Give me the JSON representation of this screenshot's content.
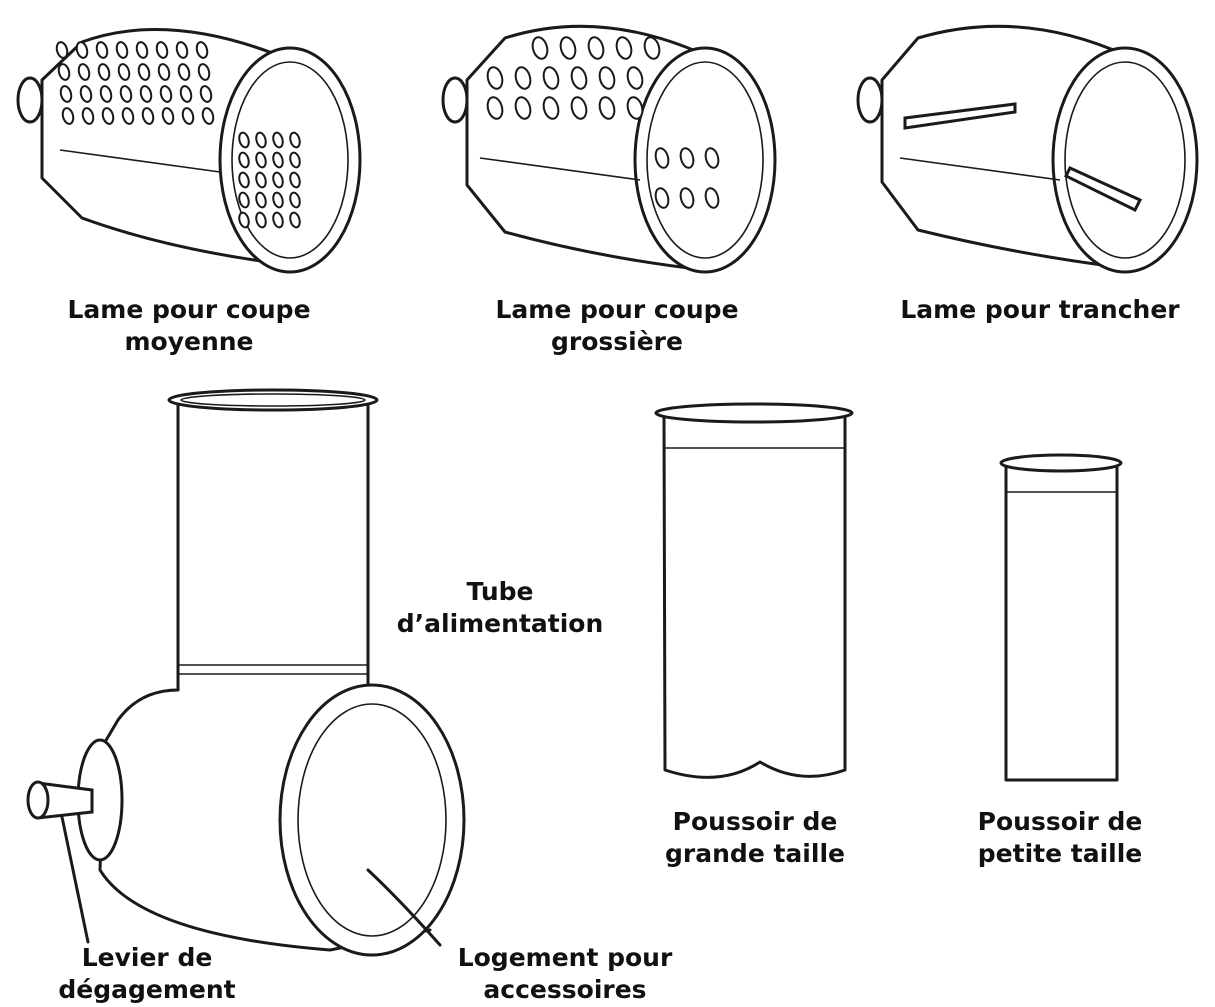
{
  "labels": {
    "medium_blade": [
      "Lame pour coupe",
      "moyenne"
    ],
    "coarse_blade": [
      "Lame pour coupe",
      "grossière"
    ],
    "slicing_blade": [
      "Lame pour trancher"
    ],
    "feed_tube": [
      "Tube",
      "d’alimentation"
    ],
    "large_pusher": [
      "Poussoir de",
      "grande taille"
    ],
    "small_pusher": [
      "Poussoir de",
      "petite taille"
    ],
    "release_lever": [
      "Levier de",
      "dégagement"
    ],
    "accessory_housing": [
      "Logement pour",
      "accessoires"
    ]
  },
  "colors": {
    "ink": "#1a1a1a",
    "text": "#111111",
    "background": "#ffffff"
  }
}
